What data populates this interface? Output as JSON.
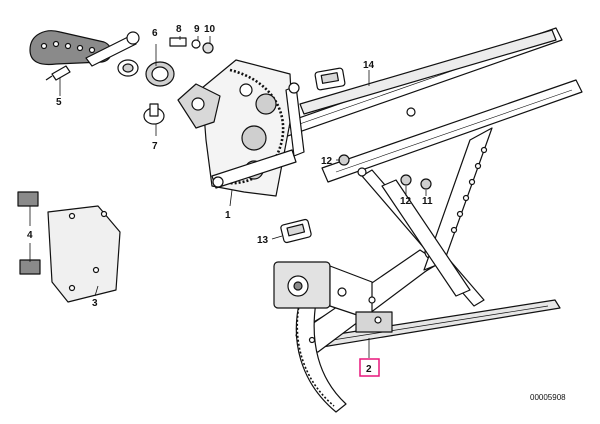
{
  "diagram": {
    "parts": [
      {
        "id": "p1",
        "label": "1"
      },
      {
        "id": "p2",
        "label": "2",
        "highlighted": true
      },
      {
        "id": "p3",
        "label": "3"
      },
      {
        "id": "p4",
        "label": "4"
      },
      {
        "id": "p5",
        "label": "5"
      },
      {
        "id": "p6",
        "label": "6"
      },
      {
        "id": "p7",
        "label": "7"
      },
      {
        "id": "p8",
        "label": "8"
      },
      {
        "id": "p9",
        "label": "9"
      },
      {
        "id": "p10",
        "label": "10"
      },
      {
        "id": "p11",
        "label": "11"
      },
      {
        "id": "p12a",
        "label": "12"
      },
      {
        "id": "p12b",
        "label": "12"
      },
      {
        "id": "p13",
        "label": "13"
      },
      {
        "id": "p14",
        "label": "14"
      }
    ],
    "reference_number": "00005908",
    "colors": {
      "line": "#111111",
      "fill_light": "#ffffff",
      "fill_shade": "#d6d6d6",
      "fill_dark": "#8a8a8a",
      "highlight_box": "#e8177c"
    }
  }
}
